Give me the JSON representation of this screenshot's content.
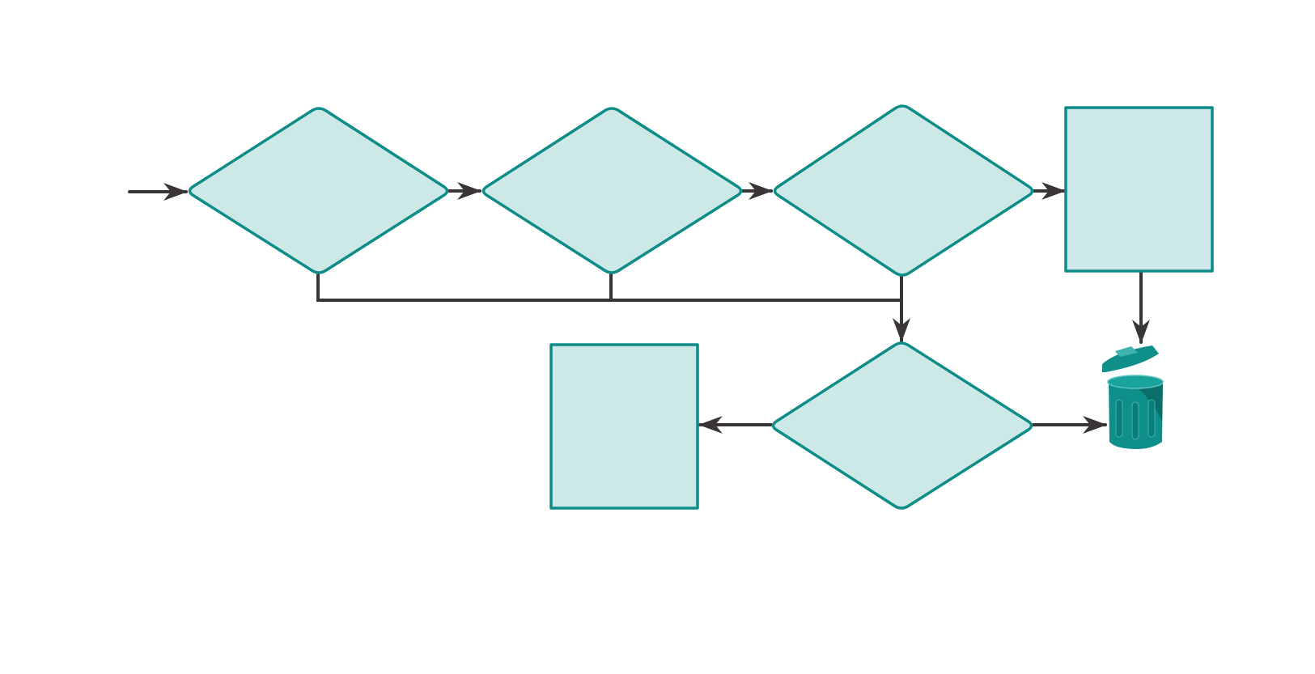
{
  "diagram": {
    "title": "",
    "colors": {
      "node_fill": "#cde9e7",
      "node_stroke": "#0e8c87",
      "edge": "#3a3638",
      "trash_main": "#0f8f8a",
      "trash_dark": "#0a6e6a",
      "trash_light": "#3fb3ad"
    },
    "nodes": [
      {
        "id": "d1",
        "shape": "diamond",
        "label": ""
      },
      {
        "id": "d2",
        "shape": "diamond",
        "label": ""
      },
      {
        "id": "d3",
        "shape": "diamond",
        "label": ""
      },
      {
        "id": "r1",
        "shape": "rectangle",
        "label": ""
      },
      {
        "id": "d4",
        "shape": "diamond",
        "label": ""
      },
      {
        "id": "r2",
        "shape": "rectangle",
        "label": ""
      },
      {
        "id": "trash",
        "shape": "trash-icon",
        "label": ""
      }
    ],
    "edges": [
      {
        "from": "start",
        "to": "d1"
      },
      {
        "from": "d1",
        "to": "d2"
      },
      {
        "from": "d2",
        "to": "d3"
      },
      {
        "from": "d3",
        "to": "r1"
      },
      {
        "from": "r1",
        "to": "trash"
      },
      {
        "from": "d1",
        "to": "d4"
      },
      {
        "from": "d2",
        "to": "d4"
      },
      {
        "from": "d3",
        "to": "d4"
      },
      {
        "from": "d4",
        "to": "r2"
      },
      {
        "from": "d4",
        "to": "trash"
      }
    ]
  }
}
